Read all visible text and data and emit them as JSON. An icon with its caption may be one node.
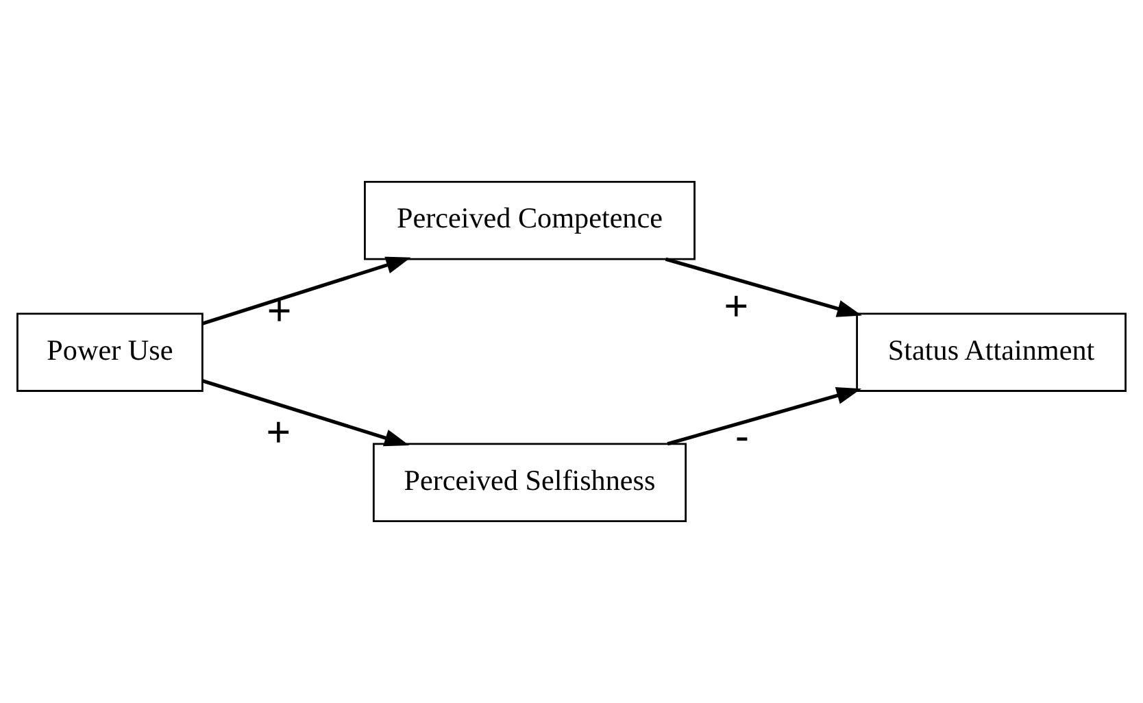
{
  "diagram": {
    "nodes": [
      {
        "text": [
          "Power Use"
        ]
      },
      {
        "text": [
          "Perceived Competence"
        ]
      },
      {
        "text": [
          "Perceived Selfishness"
        ]
      },
      {
        "text": [
          "Status Attainment"
        ]
      }
    ],
    "edges": [
      {
        "from": 0,
        "to": 1,
        "arrow": "to",
        "label": "+"
      },
      {
        "from": 1,
        "to": 3,
        "arrow": "to",
        "label": "+"
      },
      {
        "from": 0,
        "to": 2,
        "arrow": "to",
        "label": "+"
      },
      {
        "from": 2,
        "to": 3,
        "arrow": "to",
        "label": "-"
      }
    ]
  }
}
